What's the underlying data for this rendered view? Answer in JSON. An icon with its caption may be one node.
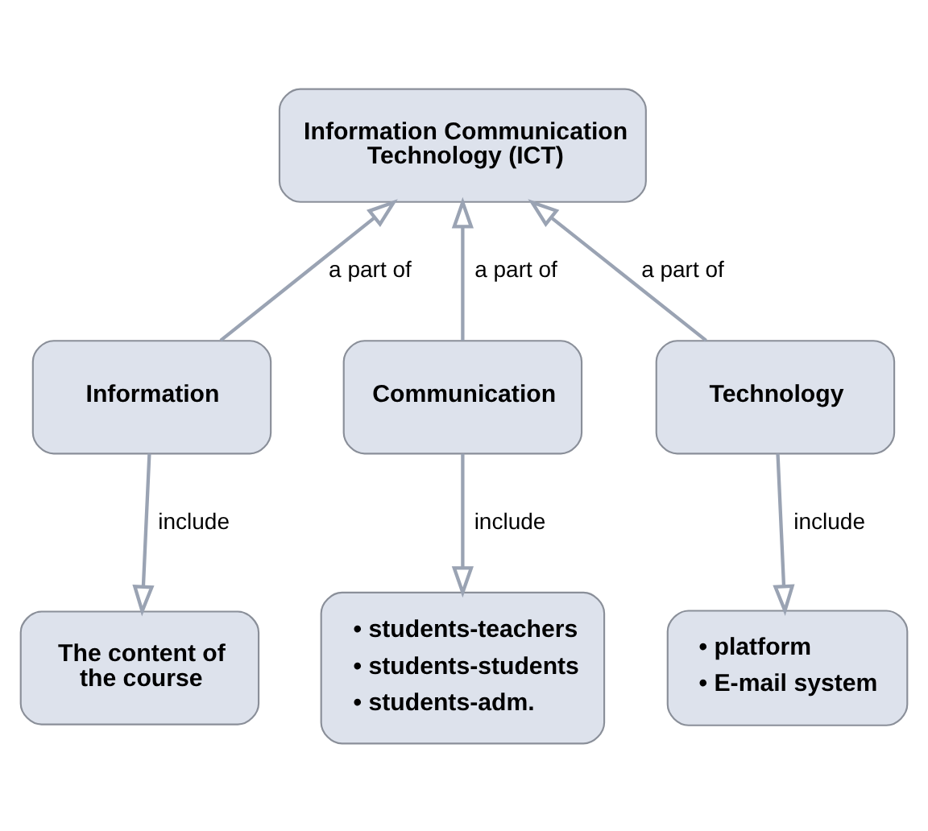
{
  "diagram": {
    "nodes": [
      {
        "text": [
          "Information Communication Technology (ICT)"
        ]
      },
      {
        "text": [
          "Information"
        ]
      },
      {
        "text": [
          "Communication"
        ]
      },
      {
        "text": [
          "Technology"
        ]
      },
      {
        "text": [
          "The content of the course"
        ]
      },
      {
        "text": [
          "• students-teachers",
          "• students-students",
          "• students-adm."
        ]
      },
      {
        "text": [
          "• platform",
          "• E-mail system"
        ]
      }
    ],
    "edges": [
      {
        "from": 1,
        "to": 0,
        "arrow": "to",
        "label": "a part of"
      },
      {
        "from": 2,
        "to": 0,
        "arrow": "to",
        "label": "a part of"
      },
      {
        "from": 3,
        "to": 0,
        "arrow": "to",
        "label": "a part of"
      },
      {
        "from": 1,
        "to": 4,
        "arrow": "to",
        "label": "include"
      },
      {
        "from": 2,
        "to": 5,
        "arrow": "to",
        "label": "include"
      },
      {
        "from": 3,
        "to": 6,
        "arrow": "to",
        "label": "include"
      }
    ]
  }
}
